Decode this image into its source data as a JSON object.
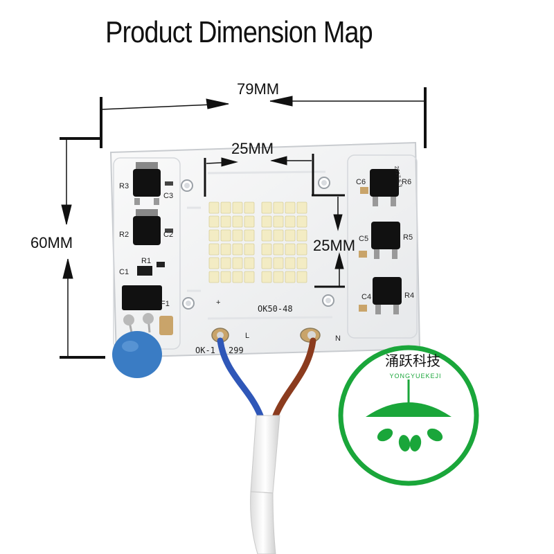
{
  "title": "Product Dimension Map",
  "dimensions": {
    "board_width": "79MM",
    "board_height": "60MM",
    "led_width": "25MM",
    "led_height": "25MM"
  },
  "board": {
    "labels": {
      "r1": "R1",
      "r2": "R2",
      "r3": "R3",
      "r4": "R4",
      "r5": "R5",
      "r6": "R6",
      "c1": "C1",
      "c2": "C2",
      "c3": "C3",
      "c4": "C4",
      "c5": "C5",
      "c6": "C6",
      "f1": "F1",
      "plus": "+",
      "model": "OK50-48",
      "part": "OK-1",
      "part_suffix": "299",
      "live": "L",
      "neutral": "N",
      "date": "2017.5.3"
    }
  },
  "logo": {
    "chinese": "涌跃科技",
    "english": "YONGYUEKEJI"
  },
  "colors": {
    "logo_green": "#1aa63a",
    "board": "#f4f5f6",
    "led": "#f3ecc4",
    "wire_blue": "#2f57b8",
    "wire_brown": "#8b3b1e",
    "capacitor_blue": "#3a7cc4"
  }
}
